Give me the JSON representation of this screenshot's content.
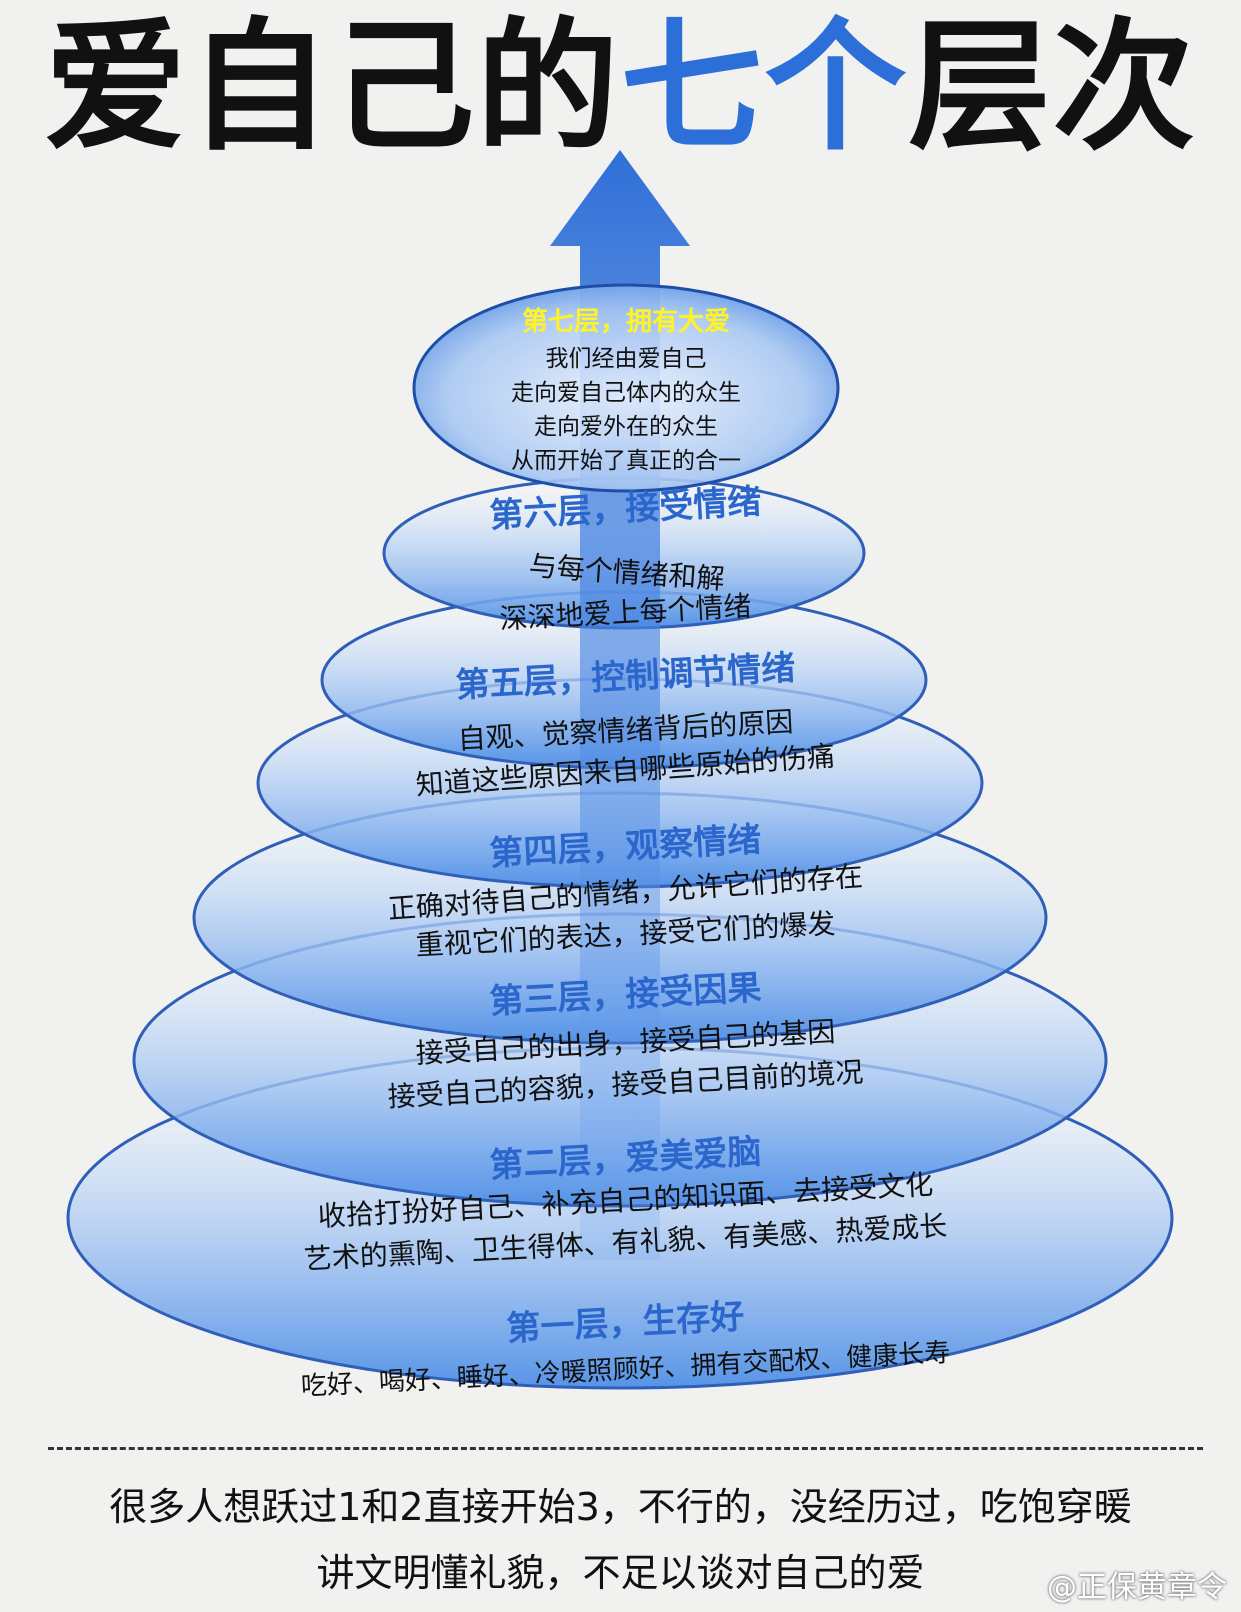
{
  "title": {
    "part1": "爱自己的",
    "highlight": "七个",
    "part2": "层次"
  },
  "layers": [
    {
      "title": "第七层，拥有大爱",
      "lines": [
        "我们经由爱自己",
        "走向爱自己体内的众生",
        "走向爱外在的众生",
        "从而开始了真正的合一"
      ]
    },
    {
      "title": "第六层，接受情绪",
      "lines": [
        "与每个情绪和解",
        "深深地爱上每个情绪"
      ]
    },
    {
      "title": "第五层，控制调节情绪",
      "lines": [
        "自观、觉察情绪背后的原因",
        "知道这些原因来自哪些原始的伤痛"
      ]
    },
    {
      "title": "第四层，观察情绪",
      "lines": [
        "正确对待自己的情绪，允许它们的存在",
        "重视它们的表达，接受它们的爆发"
      ]
    },
    {
      "title": "第三层，接受因果",
      "lines": [
        "接受自己的出身，接受自己的基因",
        "接受自己的容貌，接受自己目前的境况"
      ]
    },
    {
      "title": "第二层，爱美爱脑",
      "lines": [
        "收拾打扮好自己、补充自己的知识面、去接受文化",
        "艺术的熏陶、卫生得体、有礼貌、有美感、热爱成长"
      ]
    },
    {
      "title": "第一层，生存好",
      "lines": [
        "吃好、喝好、睡好、冷暖照顾好、拥有交配权、健康长寿"
      ]
    }
  ],
  "footer": {
    "line1": "很多人想跃过1和2直接开始3，不行的，没经历过，吃饱穿暖",
    "line2": "讲文明懂礼貌，不足以谈对自己的爱"
  },
  "watermark": "@正保黄章令",
  "colors": {
    "accent": "#2d6fd8",
    "layer_title": "#2a66cc",
    "top_title": "#fff227",
    "disc_edge": "#2f5fb8"
  }
}
